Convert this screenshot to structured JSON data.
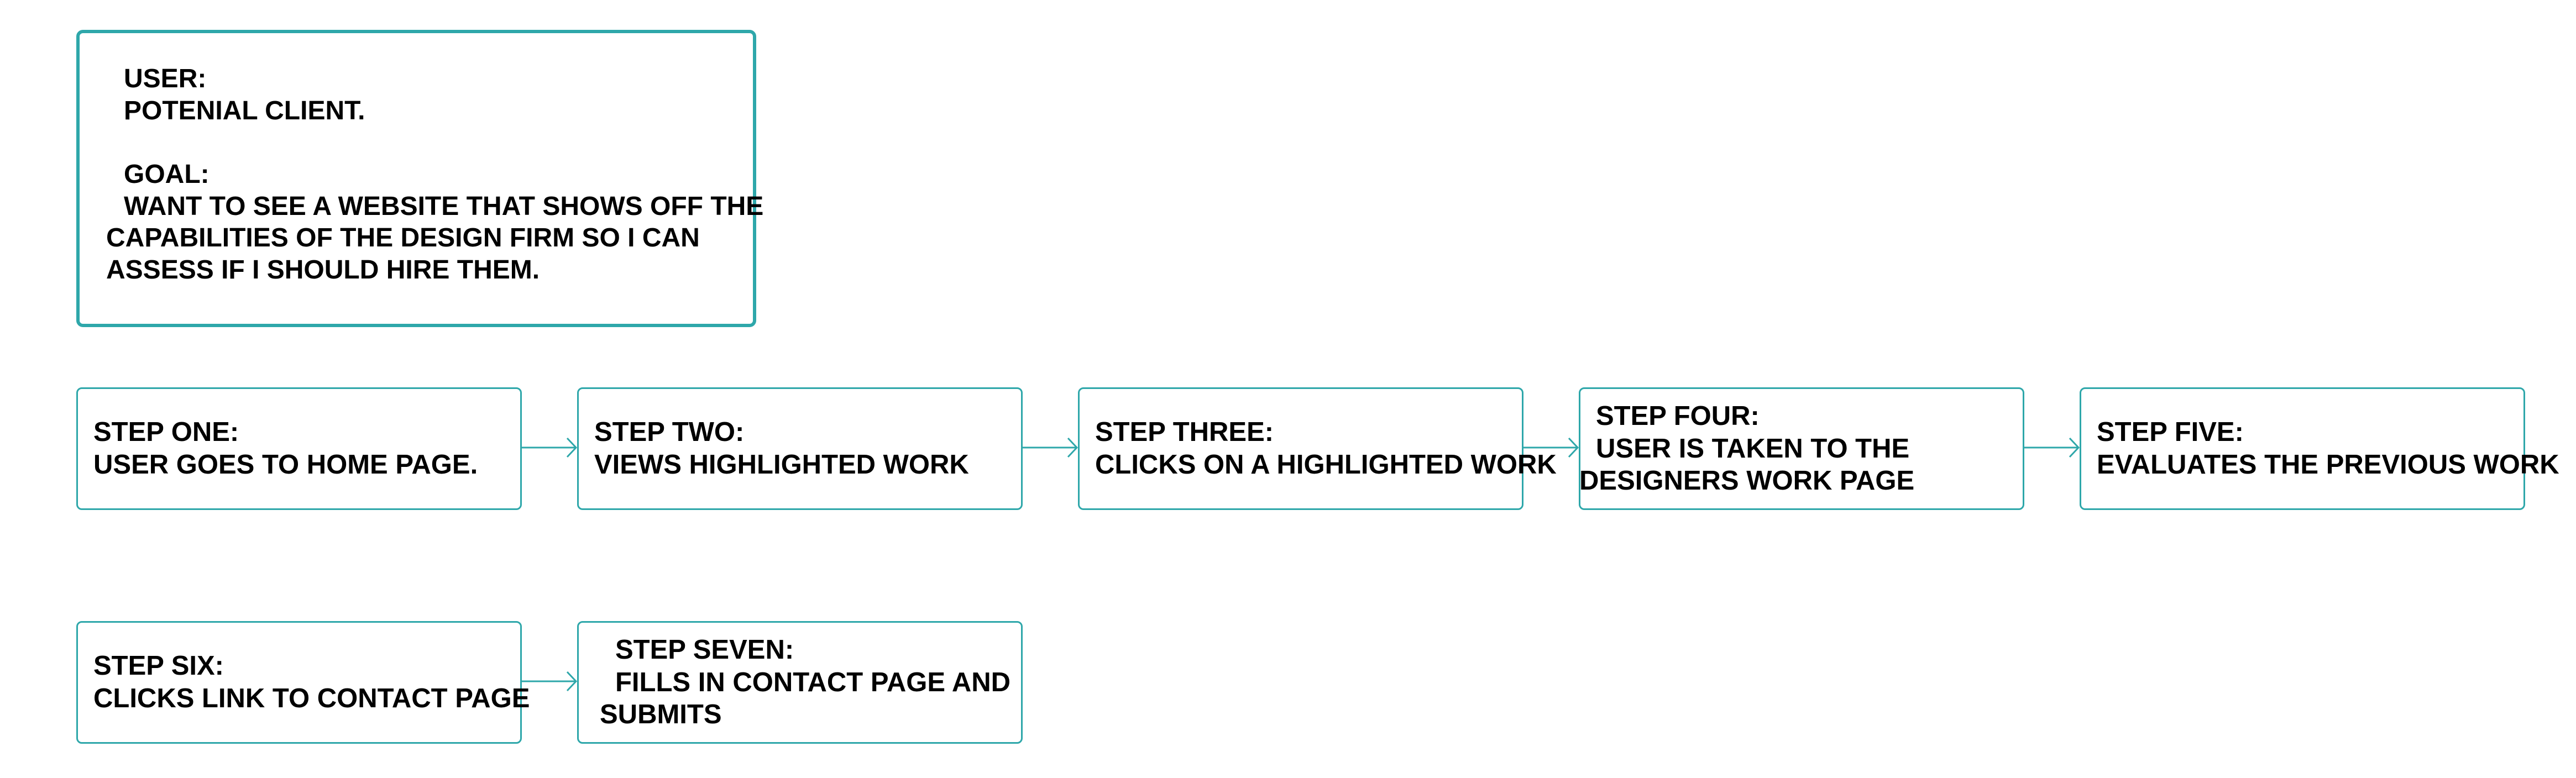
{
  "colors": {
    "accent": "#2ea7aa",
    "text": "#000000",
    "background": "#ffffff"
  },
  "persona": {
    "user_label": "USER:",
    "user_value": "POTENIAL CLIENT.",
    "goal_label": "GOAL:",
    "goal_lines": [
      "WANT TO SEE A WEBSITE THAT SHOWS OFF THE",
      "CAPABILITIES OF THE DESIGN FIRM SO I CAN",
      "ASSESS IF I SHOULD HIRE THEM."
    ]
  },
  "steps": [
    {
      "label": "STEP ONE:",
      "lines": [
        "USER GOES TO HOME PAGE."
      ]
    },
    {
      "label": "STEP TWO:",
      "lines": [
        "VIEWS HIGHLIGHTED WORK"
      ]
    },
    {
      "label": "STEP THREE:",
      "lines": [
        "CLICKS ON A HIGHLIGHTED WORK"
      ]
    },
    {
      "label": "STEP FOUR:",
      "lines": [
        "USER IS TAKEN TO THE",
        "DESIGNERS WORK PAGE"
      ]
    },
    {
      "label": "STEP FIVE:",
      "lines": [
        "EVALUATES THE PREVIOUS WORK"
      ]
    },
    {
      "label": "STEP SIX:",
      "lines": [
        "CLICKS LINK TO CONTACT PAGE"
      ]
    },
    {
      "label": "STEP SEVEN:",
      "lines": [
        "FILLS IN CONTACT PAGE AND",
        "SUBMITS"
      ]
    }
  ],
  "flow": [
    [
      0,
      1
    ],
    [
      1,
      2
    ],
    [
      2,
      3
    ],
    [
      3,
      4
    ],
    [
      5,
      6
    ]
  ]
}
